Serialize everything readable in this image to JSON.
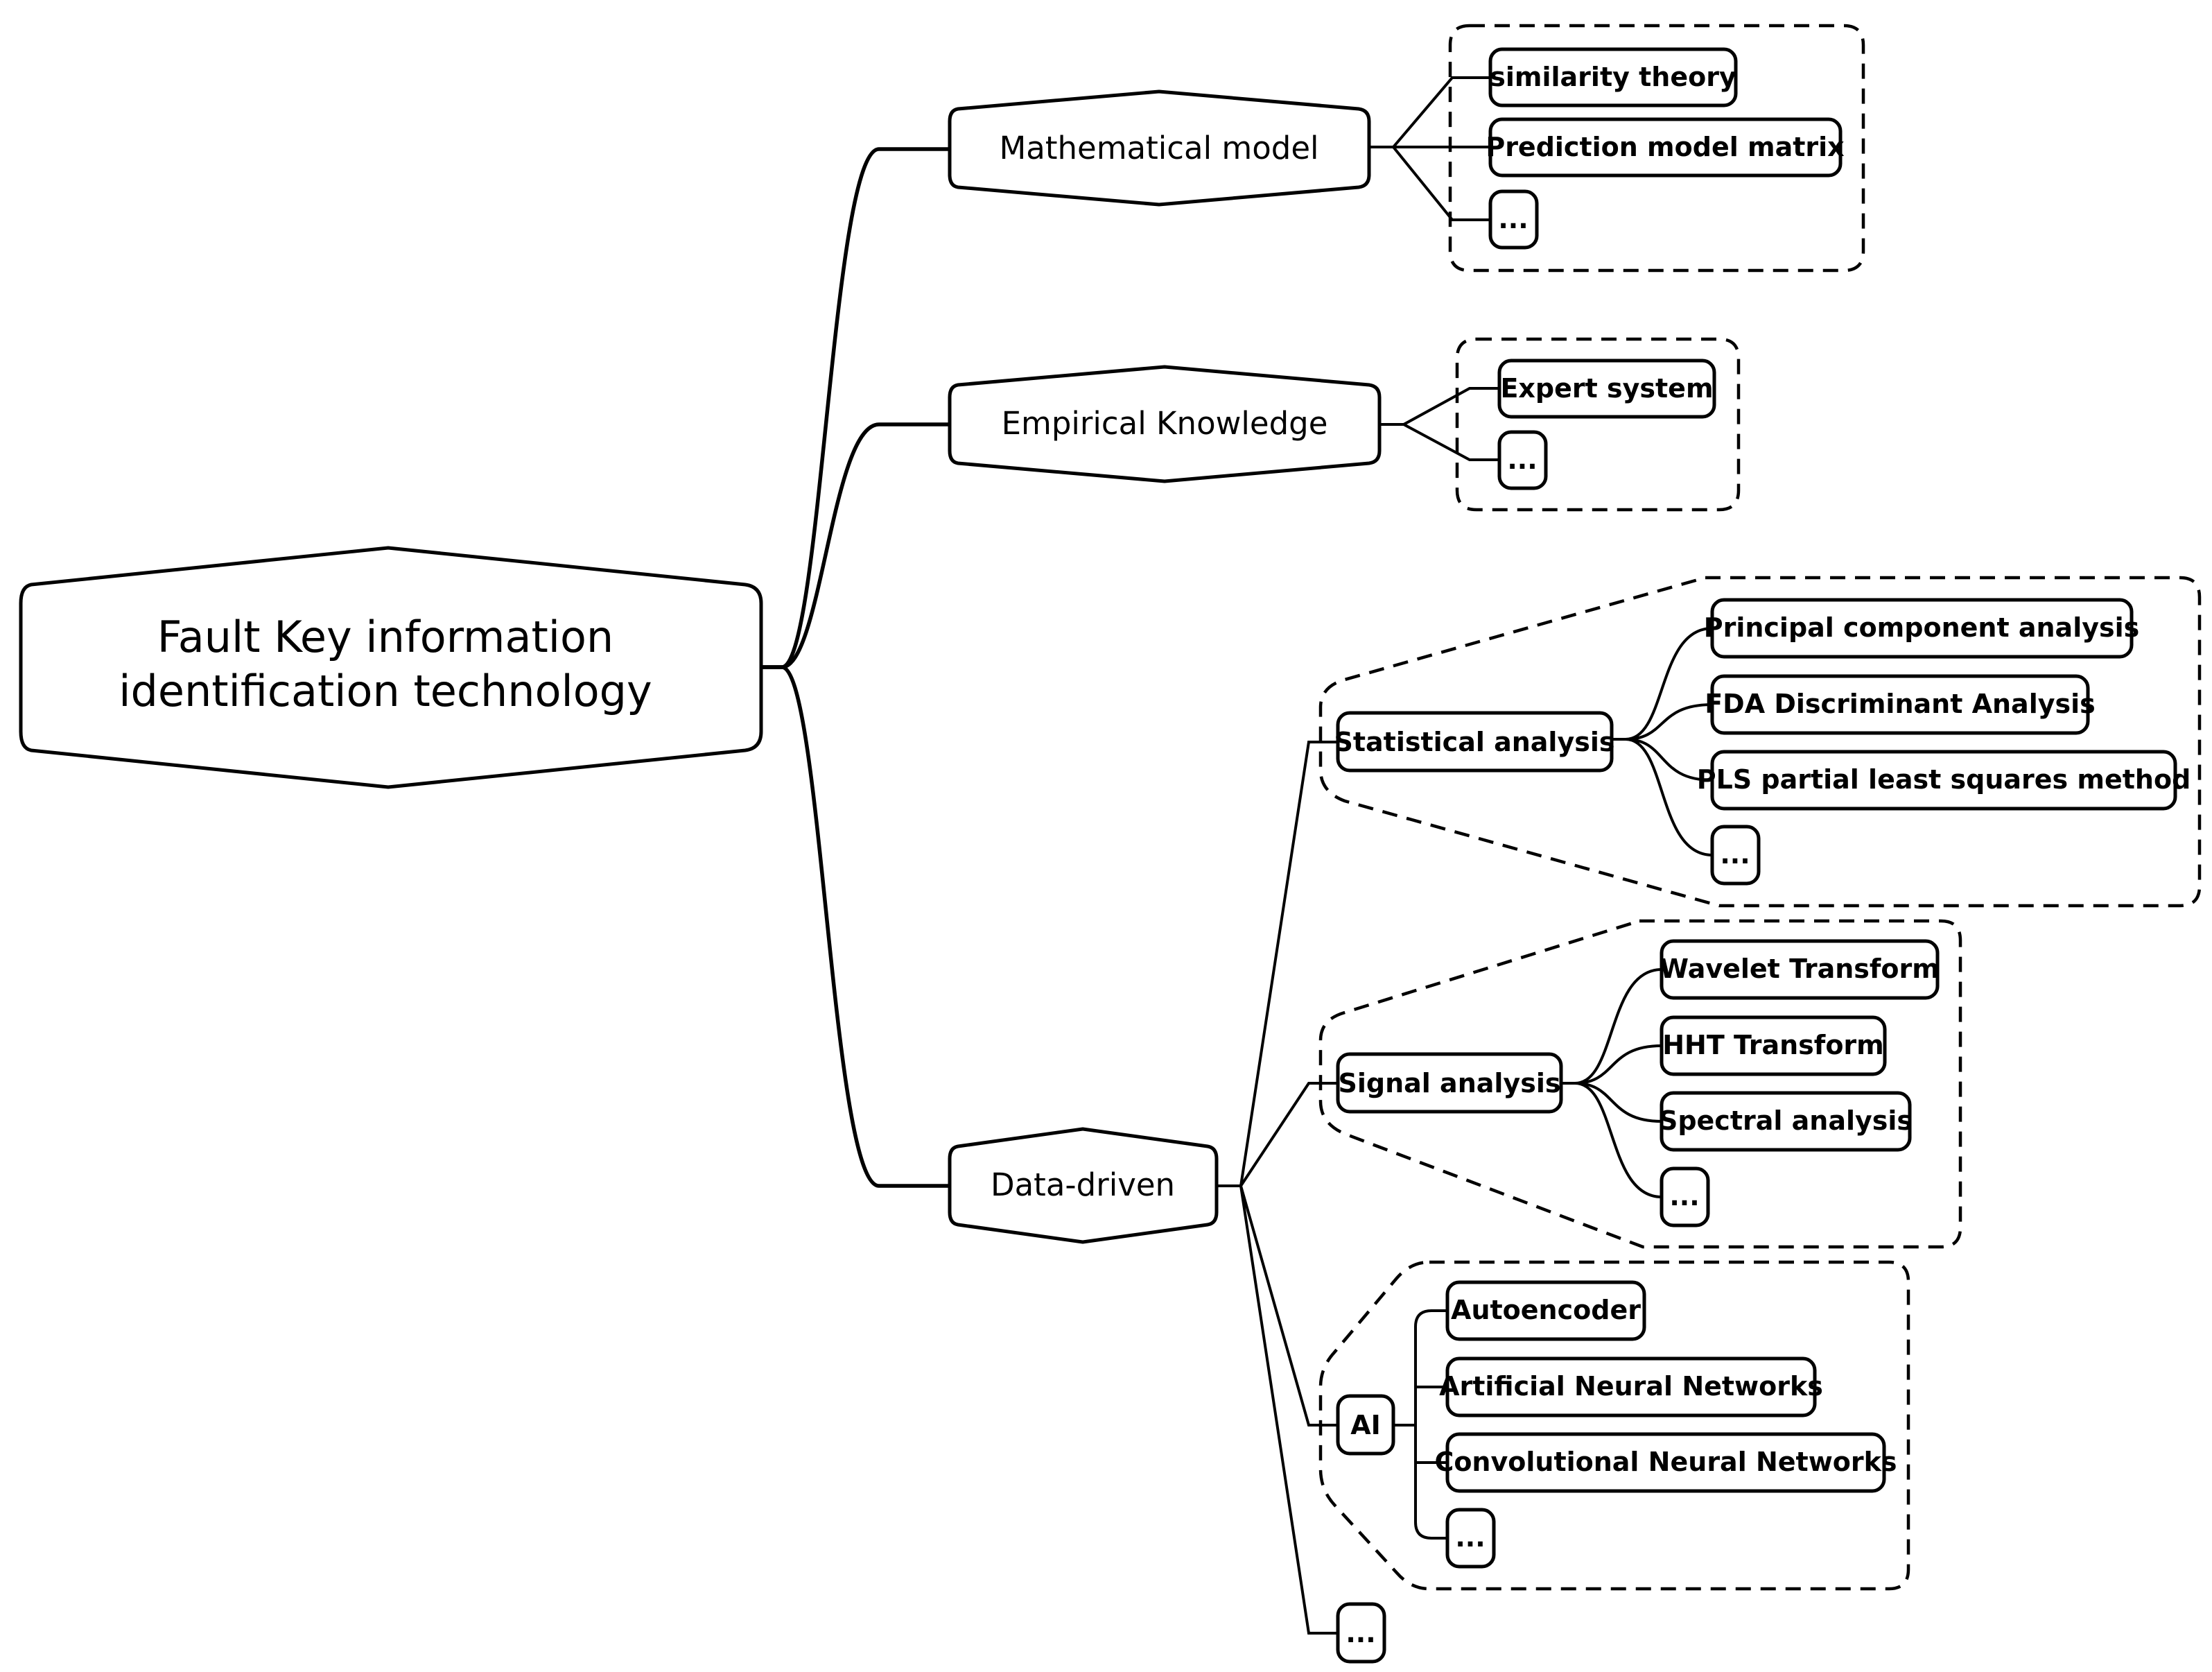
{
  "root": {
    "line1": "Fault Key information",
    "line2": "identification technology"
  },
  "math": {
    "label": "Mathematical model",
    "items": [
      "similarity theory",
      "Prediction model matrix",
      "..."
    ]
  },
  "emp": {
    "label": "Empirical Knowledge",
    "items": [
      "Expert system",
      "..."
    ]
  },
  "data": {
    "label": "Data-driven",
    "stat": {
      "label": "Statistical analysis",
      "items": [
        "Principal component analysis",
        "FDA Discriminant Analysis",
        "PLS partial least squares method",
        "..."
      ]
    },
    "signal": {
      "label": "Signal analysis",
      "items": [
        "Wavelet Transform",
        "HHT Transform",
        "Spectral analysis",
        "..."
      ]
    },
    "ai": {
      "label": "AI",
      "items": [
        "Autoencoder",
        "Artificial Neural Networks",
        "Convolutional Neural Networks",
        "..."
      ]
    },
    "more": "..."
  }
}
